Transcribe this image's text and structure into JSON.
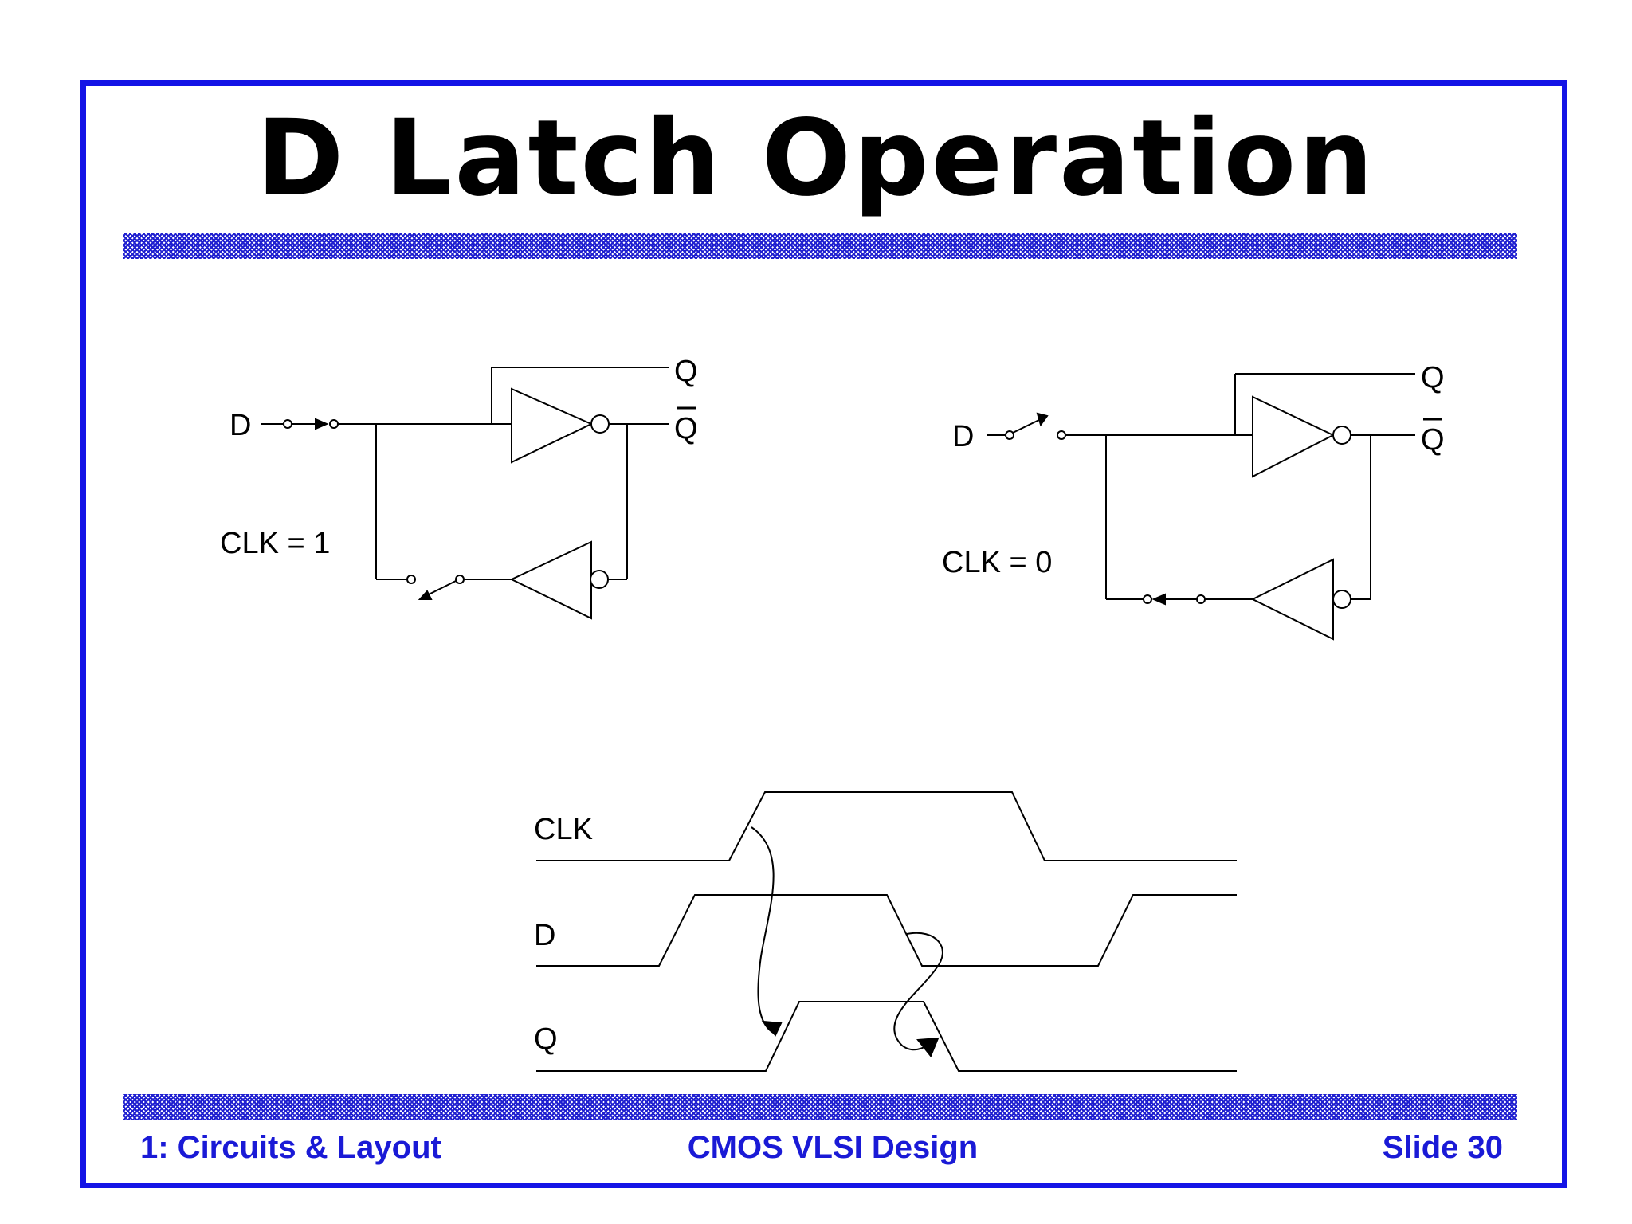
{
  "slide": {
    "title": "D Latch Operation",
    "footer_left": "1: Circuits & Layout",
    "footer_center": "CMOS VLSI Design",
    "footer_right": "Slide 30"
  },
  "circuit_left": {
    "input_label": "D",
    "output_label": "Q",
    "output_bar_label": "Q",
    "clock_label": "CLK = 1"
  },
  "circuit_right": {
    "input_label": "D",
    "output_label": "Q",
    "output_bar_label": "Q",
    "clock_label": "CLK = 0"
  },
  "timing": {
    "signals": [
      "CLK",
      "D",
      "Q"
    ]
  },
  "colors": {
    "frame": "#1414e6",
    "footer_text": "#1a1ad6",
    "hatch": "#2020d0"
  }
}
